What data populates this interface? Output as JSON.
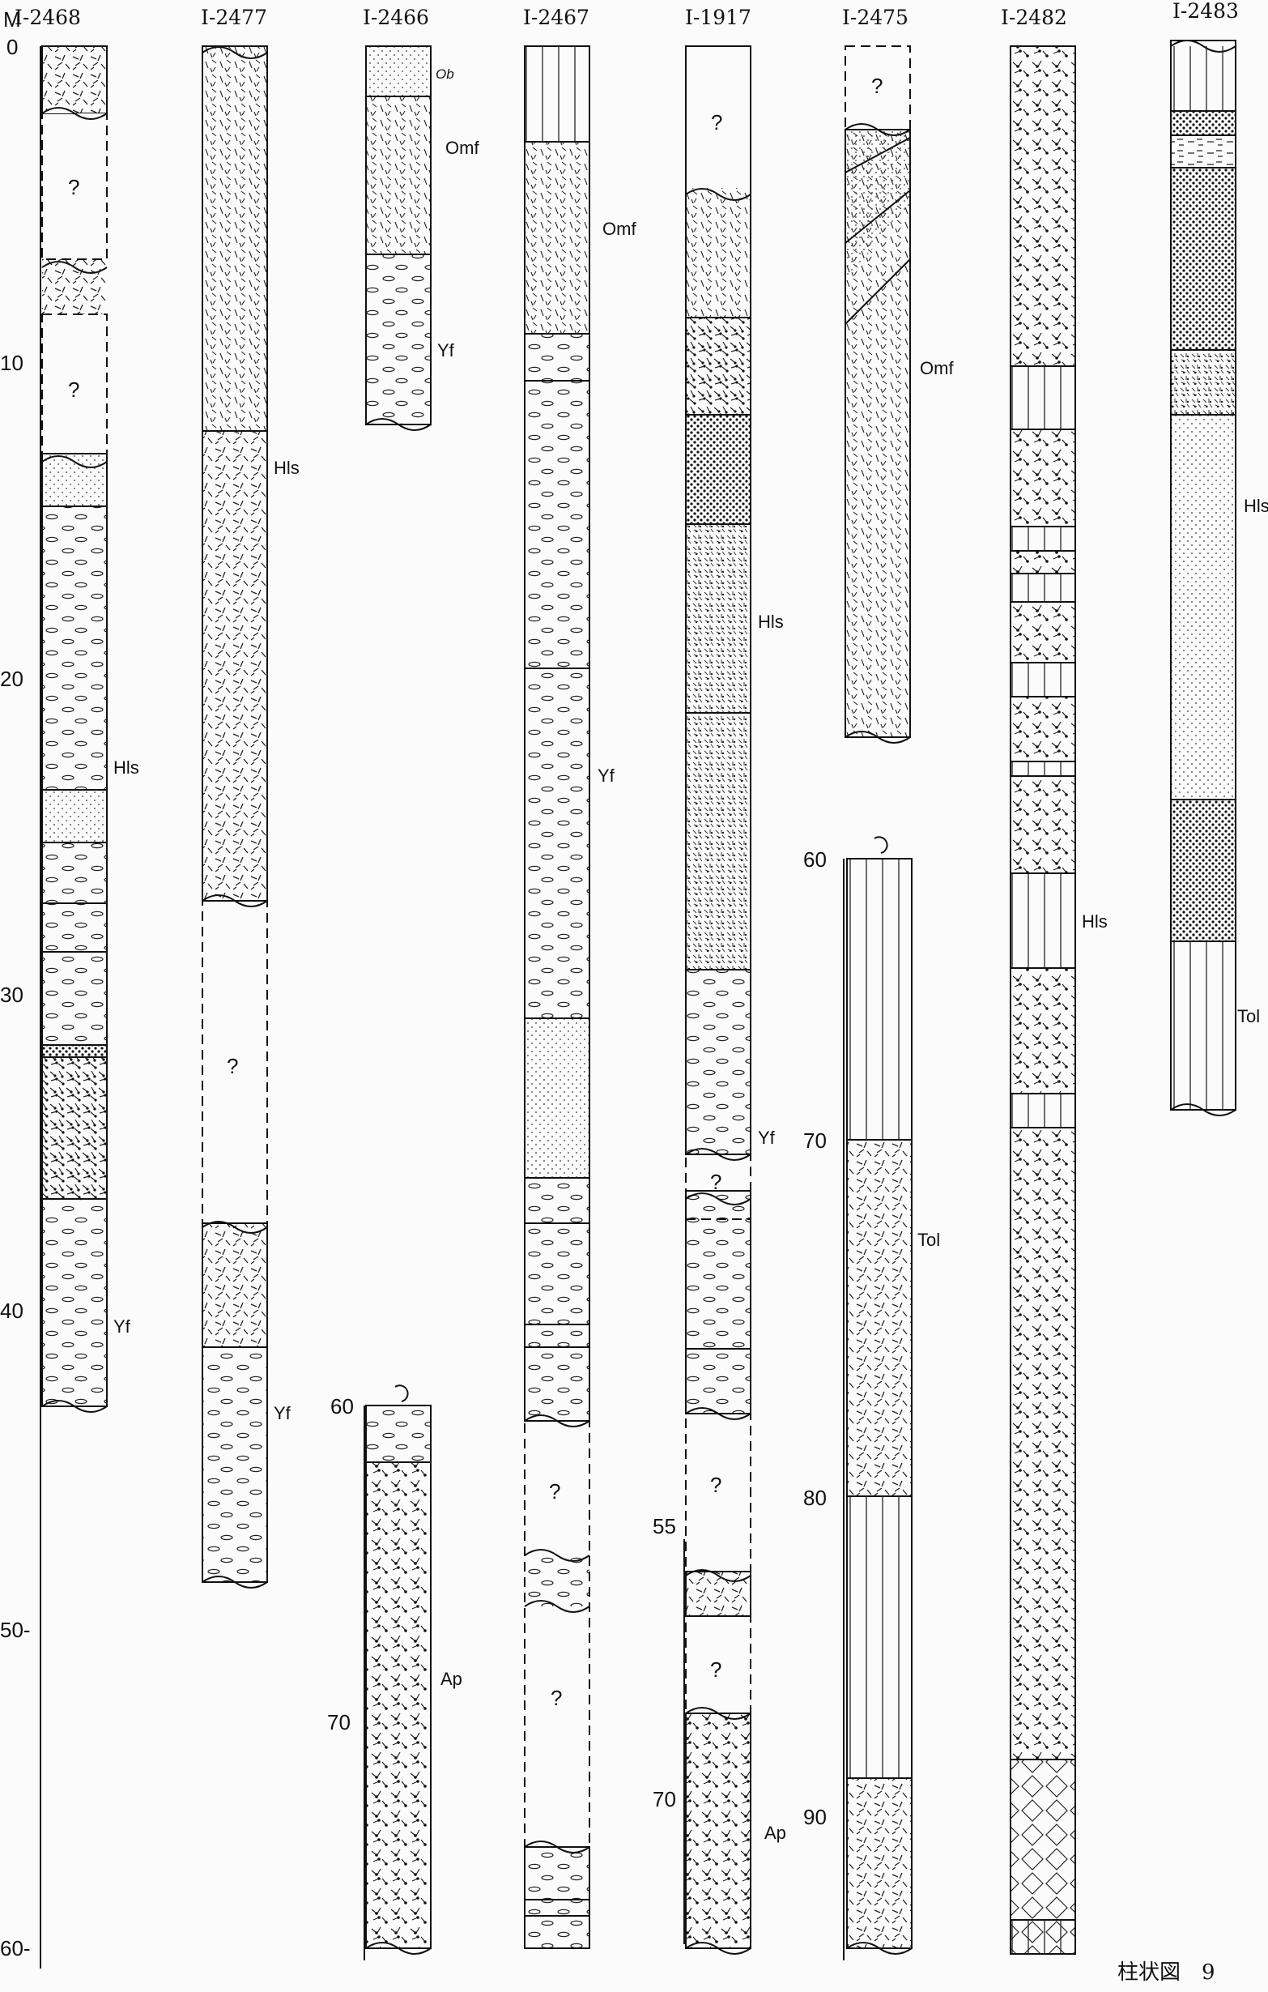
{
  "caption": "柱状図　9",
  "depth_unit": "M",
  "main_axis_ticks": [
    "0",
    "10",
    "20",
    "30",
    "40",
    "50-",
    "60-"
  ],
  "columns": [
    {
      "id": "I-2468",
      "labels": [
        "Hls",
        "Yf"
      ],
      "unknown": [
        "?",
        "?"
      ]
    },
    {
      "id": "I-2477",
      "labels": [
        "Hls",
        "Yf"
      ],
      "unknown": [
        "?"
      ]
    },
    {
      "id": "I-2466",
      "labels": [
        "Ob",
        "Omf",
        "Yf",
        "Ap"
      ],
      "inset_ticks": [
        "60",
        "70"
      ]
    },
    {
      "id": "I-2467",
      "labels": [
        "Omf",
        "Yf"
      ],
      "unknown": [
        "?",
        "?"
      ]
    },
    {
      "id": "I-1917",
      "labels": [
        "Hls",
        "Yf",
        "Ap"
      ],
      "unknown": [
        "?",
        "?",
        "?",
        "?"
      ],
      "inset_ticks": [
        "55",
        "70"
      ]
    },
    {
      "id": "I-2475",
      "labels": [
        "Omf",
        "Tol"
      ],
      "unknown": [
        "?"
      ],
      "inset_ticks": [
        "60",
        "70",
        "80",
        "90"
      ]
    },
    {
      "id": "I-2482",
      "labels": [
        "Hls"
      ]
    },
    {
      "id": "I-2483",
      "labels": [
        "Hls",
        "Tol"
      ]
    }
  ]
}
